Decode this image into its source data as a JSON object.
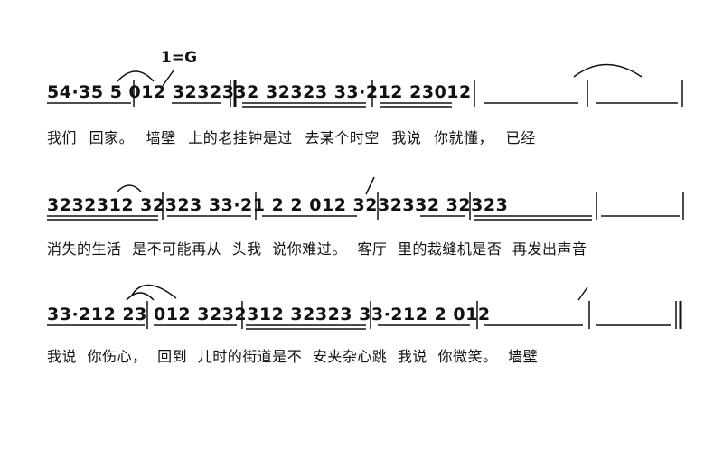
{
  "score": {
    "key_signature": "1=G",
    "rows": [
      {
        "notes": "54·35 5 012 3232332 32323 33·212 23012",
        "lyrics": "我们 回家。 墙壁 上的老挂钟是过 去某个时空 我说 你就懂， 已经"
      },
      {
        "notes": "3232312 32323 33·21 2 2 012 3232332 32323",
        "lyrics": "消失的生活 是不可能再从 头我 说你难过。 客厅 里的裁缝机是否 再发出声音"
      },
      {
        "notes": "33·212 23 012 3232312 32323 33·212 2 012",
        "lyrics": "我说 你伤心， 回到 儿时的街道是不 安夹杂心跳 我说 你微笑。 墙壁"
      }
    ]
  }
}
